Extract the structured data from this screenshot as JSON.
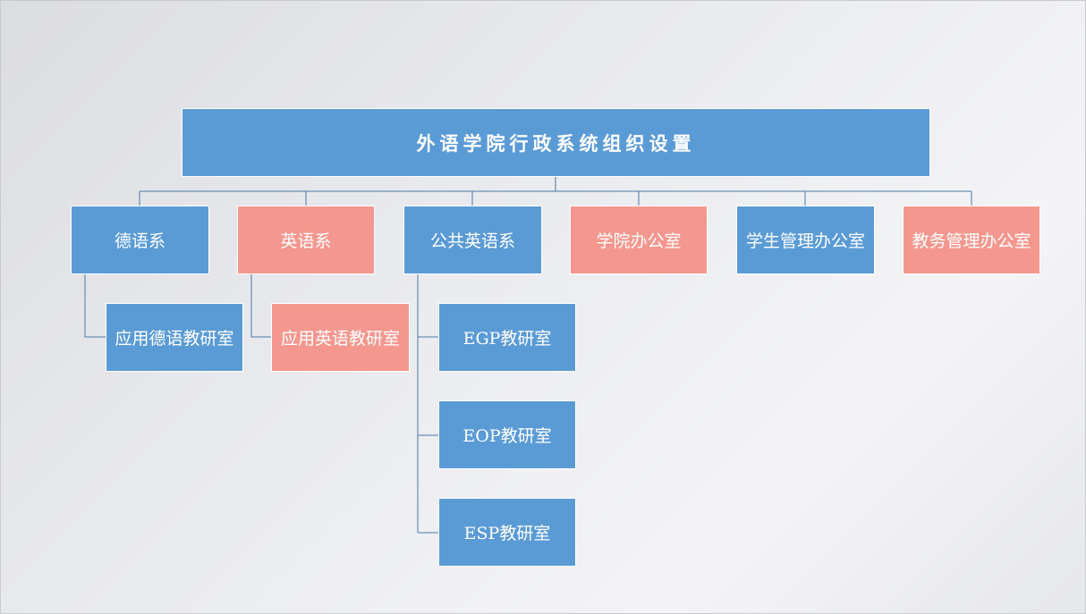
{
  "chart_title": "外语学院行政系统组织设置",
  "departments": [
    {
      "label": "德语系",
      "color": "blue"
    },
    {
      "label": "英语系",
      "color": "pink"
    },
    {
      "label": "公共英语系",
      "color": "blue"
    },
    {
      "label": "学院办公室",
      "color": "pink"
    },
    {
      "label": "学生管理办公室",
      "color": "blue"
    },
    {
      "label": "教务管理办公室",
      "color": "pink"
    }
  ],
  "sub_units": {
    "german": [
      {
        "label": "应用德语教研室"
      }
    ],
    "english": [
      {
        "label": "应用英语教研室"
      }
    ],
    "public_english": [
      {
        "label": "EGP教研室"
      },
      {
        "label": "EOP教研室"
      },
      {
        "label": "ESP教研室"
      }
    ]
  },
  "colors": {
    "blue": "#5b9bd5",
    "pink": "#f4978e",
    "connector": "#4a78a8"
  }
}
